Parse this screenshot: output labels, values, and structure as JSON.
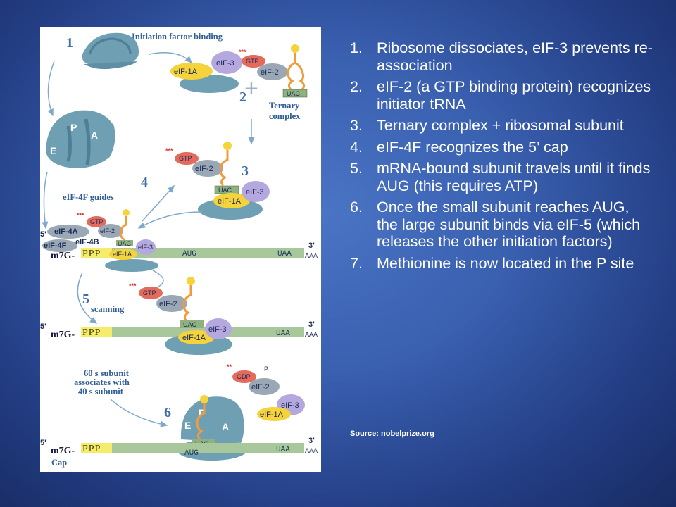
{
  "figure": {
    "title": "Initiation factor binding",
    "ternary_label": "Ternary\ncomplex",
    "step_numbers": [
      "1",
      "2",
      "3",
      "4",
      "5",
      "6"
    ],
    "elF4f_caption": "eIF-4F guides",
    "scanning_caption": "scanning",
    "subunit_caption": [
      "60 s subunit",
      "associates with",
      "40 s subunit"
    ],
    "cap_label": "Cap",
    "factors": {
      "eif1a": "eIF-1A",
      "eif3": "eIF-3",
      "eif2": "eIF-2",
      "gtp": "GTP",
      "gdp": "GDP",
      "eif4a": "eIF-4A",
      "eif4b": "eIF-4B",
      "eif4f": "eIF-4F",
      "pi": "P"
    },
    "codon": "UAC",
    "aug": "AUG",
    "stop": "UAA",
    "poly_a": "AAA",
    "five_prime": "5'",
    "three_prime": "3'",
    "m7g": "m7G-",
    "ppp": "PPP",
    "ribosome_sites": {
      "e": "E",
      "p": "P",
      "a": "A"
    },
    "stars": "***",
    "stars2": "**"
  },
  "steps": [
    {
      "num": "1.",
      "text": "Ribosome dissociates, eIF-3 prevents re-association"
    },
    {
      "num": "2.",
      "text": "eIF-2 (a GTP binding protein) recognizes initiator tRNA"
    },
    {
      "num": "3.",
      "text": "Ternary complex + ribosomal subunit"
    },
    {
      "num": "4.",
      "text": "eIF-4F recognizes the 5’ cap"
    },
    {
      "num": "5.",
      "text": "mRNA-bound subunit travels until it finds AUG (this requires ATP)"
    },
    {
      "num": "6.",
      "text": "Once the small subunit reaches AUG, the large subunit binds via eIF-5 (which releases the other initiation factors)"
    },
    {
      "num": "7.",
      "text": "Methionine is now located in the P site"
    }
  ],
  "source": "Source: nobelprize.org",
  "colors": {
    "background": "#3a60b0",
    "ribosome": "#6f9fb3",
    "eif1a": "#f5d33a",
    "eif3": "#b5a8df",
    "eif2": "#9aa7b5",
    "gtp": "#e46a5c",
    "trna": "#f39a3a",
    "mrna": "#a8c79a",
    "ppp": "#f4ec6a"
  }
}
